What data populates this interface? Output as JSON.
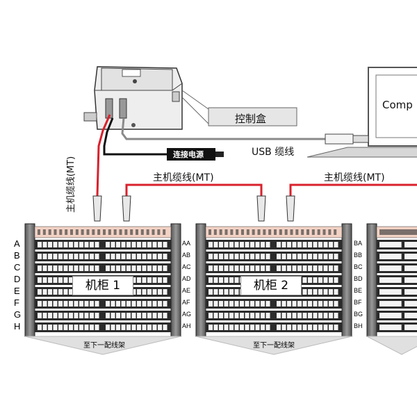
{
  "control_box_label": "控制盒",
  "power_label": "连接电源",
  "usb_label": "USB 缆线",
  "computer_text": "Comp",
  "main_cable_vertical": "主机缆线(MT)",
  "main_cable_1": "主机缆线(MT)",
  "main_cable_2": "主机缆线(MT)",
  "cabinet1": {
    "title": "机柜 1",
    "left_rows": [
      "A",
      "B",
      "C",
      "D",
      "E",
      "F",
      "G",
      "H"
    ],
    "right_rows": [
      "AA",
      "AB",
      "AC",
      "AD",
      "AE",
      "AF",
      "AG",
      "AH"
    ],
    "footer": "至下一配线架"
  },
  "cabinet2": {
    "title": "机柜 2",
    "right_rows": [
      "BA",
      "BB",
      "BC",
      "BD",
      "BE",
      "BF",
      "BG",
      "BH"
    ],
    "footer": "至下一配线架"
  },
  "colors": {
    "cable_red": "#d9212c",
    "cable_gray": "#8a8a8a",
    "rack_dark": "#2b2b2b",
    "patch_pink": "#f2d2c4"
  }
}
